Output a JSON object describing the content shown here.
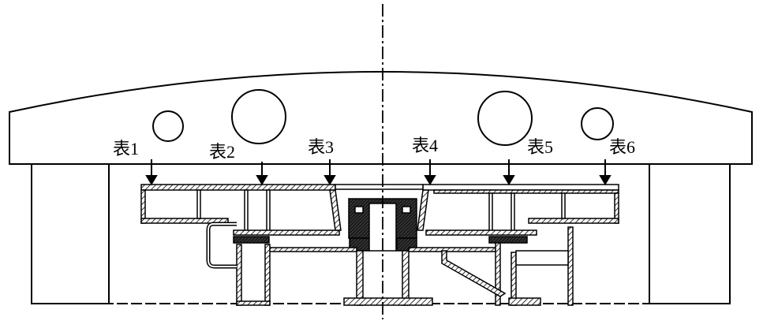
{
  "diagram": {
    "labels": [
      "表1",
      "表2",
      "表3",
      "表4",
      "表5",
      "表6"
    ],
    "line_color": "#000000"
  }
}
